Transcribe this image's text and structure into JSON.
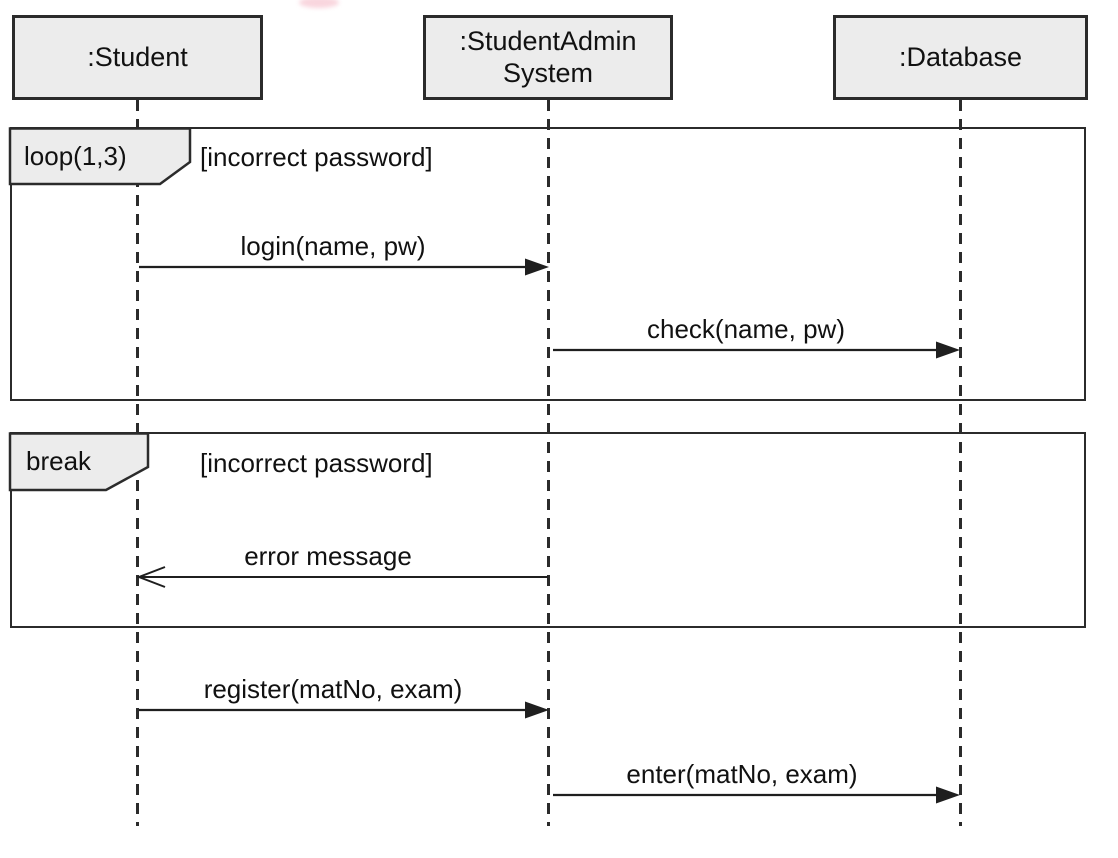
{
  "diagram_type": "uml-sequence-diagram",
  "colors": {
    "background": "#ffffff",
    "box_fill": "#ececec",
    "stroke": "#2b2b2b",
    "text": "#111111"
  },
  "lifelines": [
    {
      "id": "student",
      "label": ":Student"
    },
    {
      "id": "student-admin-system",
      "label": ":StudentAdmin\nSystem"
    },
    {
      "id": "database",
      "label": ":Database"
    }
  ],
  "fragments": [
    {
      "id": "loop",
      "operator": "loop(1,3)",
      "guard": "[incorrect password]"
    },
    {
      "id": "break",
      "operator": "break",
      "guard": "[incorrect password]"
    }
  ],
  "messages": [
    {
      "id": "login",
      "label": "login(name, pw)",
      "from": "student",
      "to": "student-admin-system",
      "arrowhead": "filled"
    },
    {
      "id": "check",
      "label": "check(name, pw)",
      "from": "student-admin-system",
      "to": "database",
      "arrowhead": "filled"
    },
    {
      "id": "error",
      "label": "error message",
      "from": "student-admin-system",
      "to": "student",
      "arrowhead": "open"
    },
    {
      "id": "register",
      "label": "register(matNo, exam)",
      "from": "student",
      "to": "student-admin-system",
      "arrowhead": "filled"
    },
    {
      "id": "enter",
      "label": "enter(matNo, exam)",
      "from": "student-admin-system",
      "to": "database",
      "arrowhead": "filled"
    }
  ]
}
